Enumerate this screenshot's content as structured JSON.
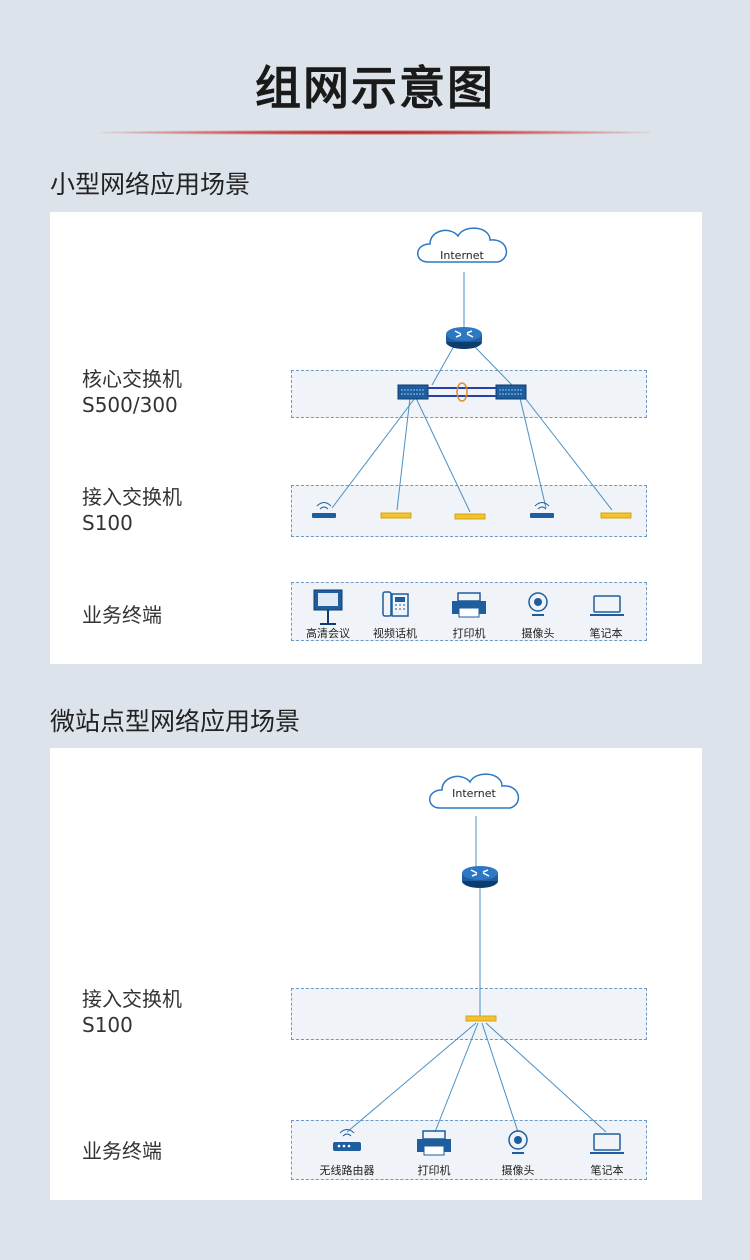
{
  "page_title": "组网示意图",
  "colors": {
    "accent_red": "#a31b1b",
    "link_blue": "#4a90c2",
    "router_blue": "#1f5e9e",
    "switch_yellow": "#f2c230"
  },
  "scenario_small": {
    "heading": "小型网络应用场景",
    "cloud_label": "Internet",
    "core_label_1": "核心交换机",
    "core_label_2": "S500/300",
    "access_label_1": "接入交换机",
    "access_label_2": "S100",
    "terminal_label": "业务终端",
    "terminals": [
      "高清会议",
      "视频话机",
      "打印机",
      "摄像头",
      "笔记本"
    ]
  },
  "scenario_micro": {
    "heading": "微站点型网络应用场景",
    "cloud_label": "Internet",
    "access_label_1": "接入交换机",
    "access_label_2": "S100",
    "terminal_label": "业务终端",
    "terminals": [
      "无线路由器",
      "打印机",
      "摄像头",
      "笔记本"
    ]
  }
}
